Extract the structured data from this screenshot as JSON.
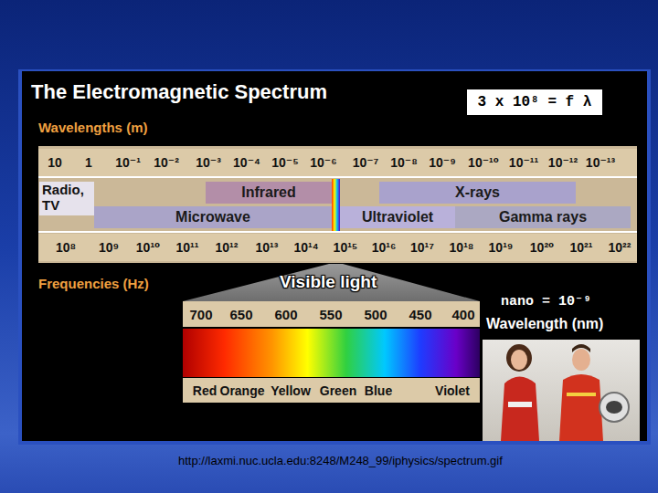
{
  "diagram": {
    "title": "The Electromagnetic Spectrum",
    "caption": "http://laxmi.nuc.ucla.edu:8248/M248_99/iphysics/spectrum.gif",
    "nodes": [
      {
        "text": [
          "3 x 10⁸ = f λ"
        ]
      },
      {
        "text": [
          "10",
          "1",
          "10⁻¹",
          "10⁻²",
          "10⁻³",
          "10⁻⁴",
          "10⁻⁵",
          "10⁻⁶",
          "10⁻⁷",
          "10⁻⁸",
          "10⁻⁹",
          "10⁻¹⁰",
          "10⁻¹¹",
          "10⁻¹²",
          "10⁻¹³"
        ]
      },
      {
        "text": [
          "Radio, TV"
        ]
      },
      {
        "text": [
          "Infrared"
        ]
      },
      {
        "text": [
          "X-rays"
        ]
      },
      {
        "text": [
          "Microwave"
        ]
      },
      {
        "text": [
          "Ultraviolet"
        ]
      },
      {
        "text": [
          "Gamma rays"
        ]
      },
      {
        "text": [
          "10⁸",
          "10⁹",
          "10¹⁰",
          "10¹¹",
          "10¹²",
          "10¹³",
          "10¹⁴",
          "10¹⁵",
          "10¹⁶",
          "10¹⁷",
          "10¹⁸",
          "10¹⁹",
          "10²⁰",
          "10²¹",
          "10²²"
        ]
      },
      {
        "text": [
          "700",
          "650",
          "600",
          "550",
          "500",
          "450",
          "400"
        ]
      },
      {
        "text": [
          "Red",
          "Orange",
          "Yellow",
          "Green",
          "Blue",
          "Violet"
        ]
      }
    ],
    "labels": [
      "Wavelengths (m)",
      "Frequencies (Hz)",
      "Visible light",
      "nano = 10⁻⁹",
      "Wavelength (nm)"
    ]
  }
}
